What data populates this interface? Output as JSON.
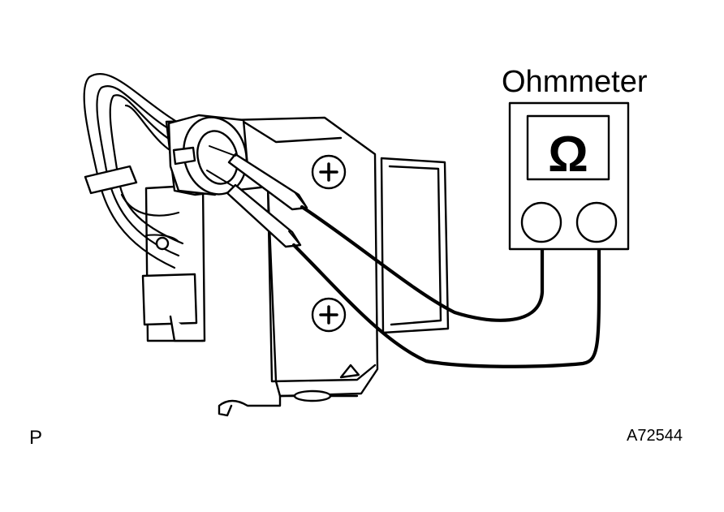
{
  "labels": {
    "meter_title": "Ohmmeter",
    "omega_symbol": "Ω",
    "figure_code": "P",
    "figure_id": "A72544"
  },
  "colors": {
    "ink": "#000000",
    "paper": "#ffffff"
  }
}
